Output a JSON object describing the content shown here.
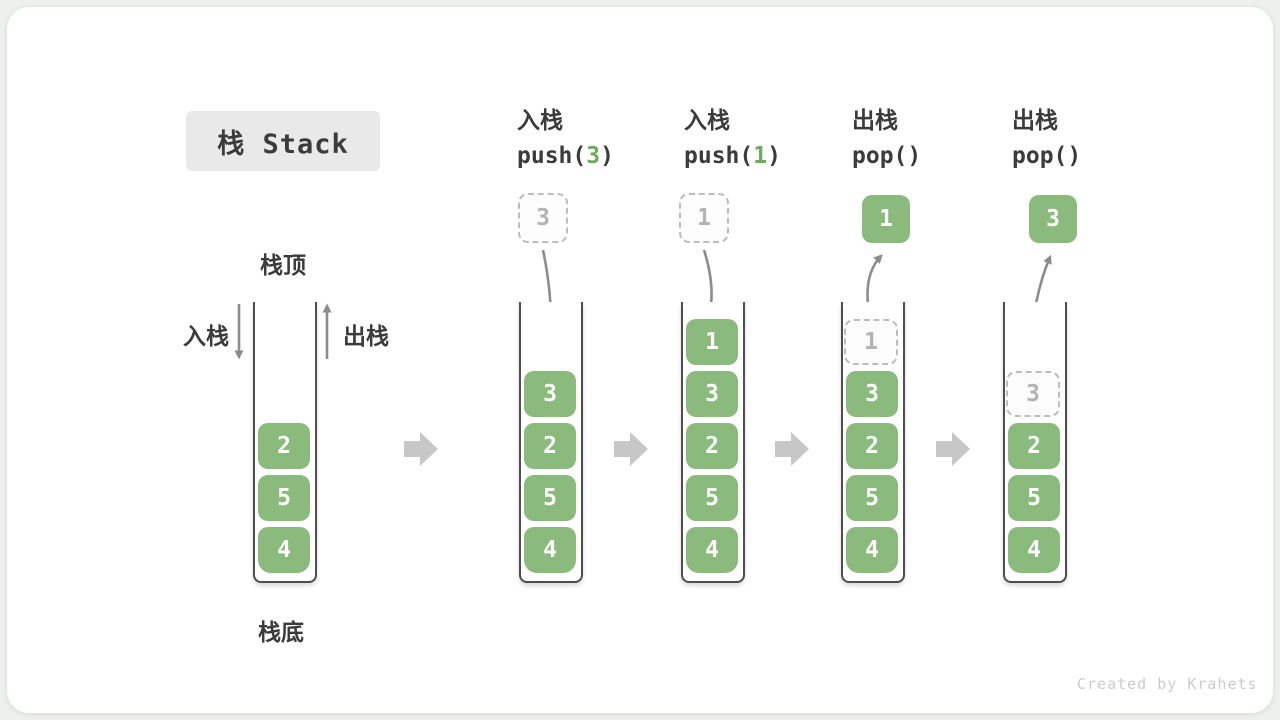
{
  "title": {
    "label": "栈 Stack"
  },
  "labels": {
    "stack_top": "栈顶",
    "stack_bottom": "栈底",
    "push_side": "入栈",
    "pop_side": "出栈"
  },
  "columns": [
    {
      "action": "入栈",
      "code": {
        "pre": "push(",
        "arg": "3",
        "post": ")"
      },
      "floating": {
        "value": "3",
        "style": "dashed"
      }
    },
    {
      "action": "入栈",
      "code": {
        "pre": "push(",
        "arg": "1",
        "post": ")"
      },
      "floating": {
        "value": "1",
        "style": "dashed"
      }
    },
    {
      "action": "出栈",
      "code": {
        "pre": "pop(",
        "arg": "",
        "post": ")"
      },
      "floating": {
        "value": "1",
        "style": "solid"
      }
    },
    {
      "action": "出栈",
      "code": {
        "pre": "pop(",
        "arg": "",
        "post": ")"
      },
      "floating": {
        "value": "3",
        "style": "solid"
      }
    }
  ],
  "stacks": [
    {
      "name": "initial",
      "items": [
        {
          "value": "2"
        },
        {
          "value": "5"
        },
        {
          "value": "4"
        }
      ]
    },
    {
      "name": "after-push-3",
      "items": [
        {
          "value": "3"
        },
        {
          "value": "2"
        },
        {
          "value": "5"
        },
        {
          "value": "4"
        }
      ]
    },
    {
      "name": "after-push-1",
      "items": [
        {
          "value": "1"
        },
        {
          "value": "3"
        },
        {
          "value": "2"
        },
        {
          "value": "5"
        },
        {
          "value": "4"
        }
      ]
    },
    {
      "name": "after-pop-1",
      "items": [
        {
          "value": "1",
          "ghost": true
        },
        {
          "value": "3"
        },
        {
          "value": "2"
        },
        {
          "value": "5"
        },
        {
          "value": "4"
        }
      ]
    },
    {
      "name": "after-pop-3",
      "items": [
        {
          "value": "3",
          "ghost": true
        },
        {
          "value": "2"
        },
        {
          "value": "5"
        },
        {
          "value": "4"
        }
      ]
    }
  ],
  "credit": "Created by Krahets",
  "colors": {
    "box_green": "#8ABA7C",
    "arg_green": "#6FAA5E",
    "ghost_border": "#BDBDBD",
    "ghost_text": "#B3B3B3",
    "thin_arrow": "#8C8C8C",
    "block_arrow": "#C7C7C7",
    "title_bg": "#E9E9E9",
    "text": "#3B3B3B",
    "credit": "#CBCBCB",
    "card_bg": "#FFFFFF"
  }
}
